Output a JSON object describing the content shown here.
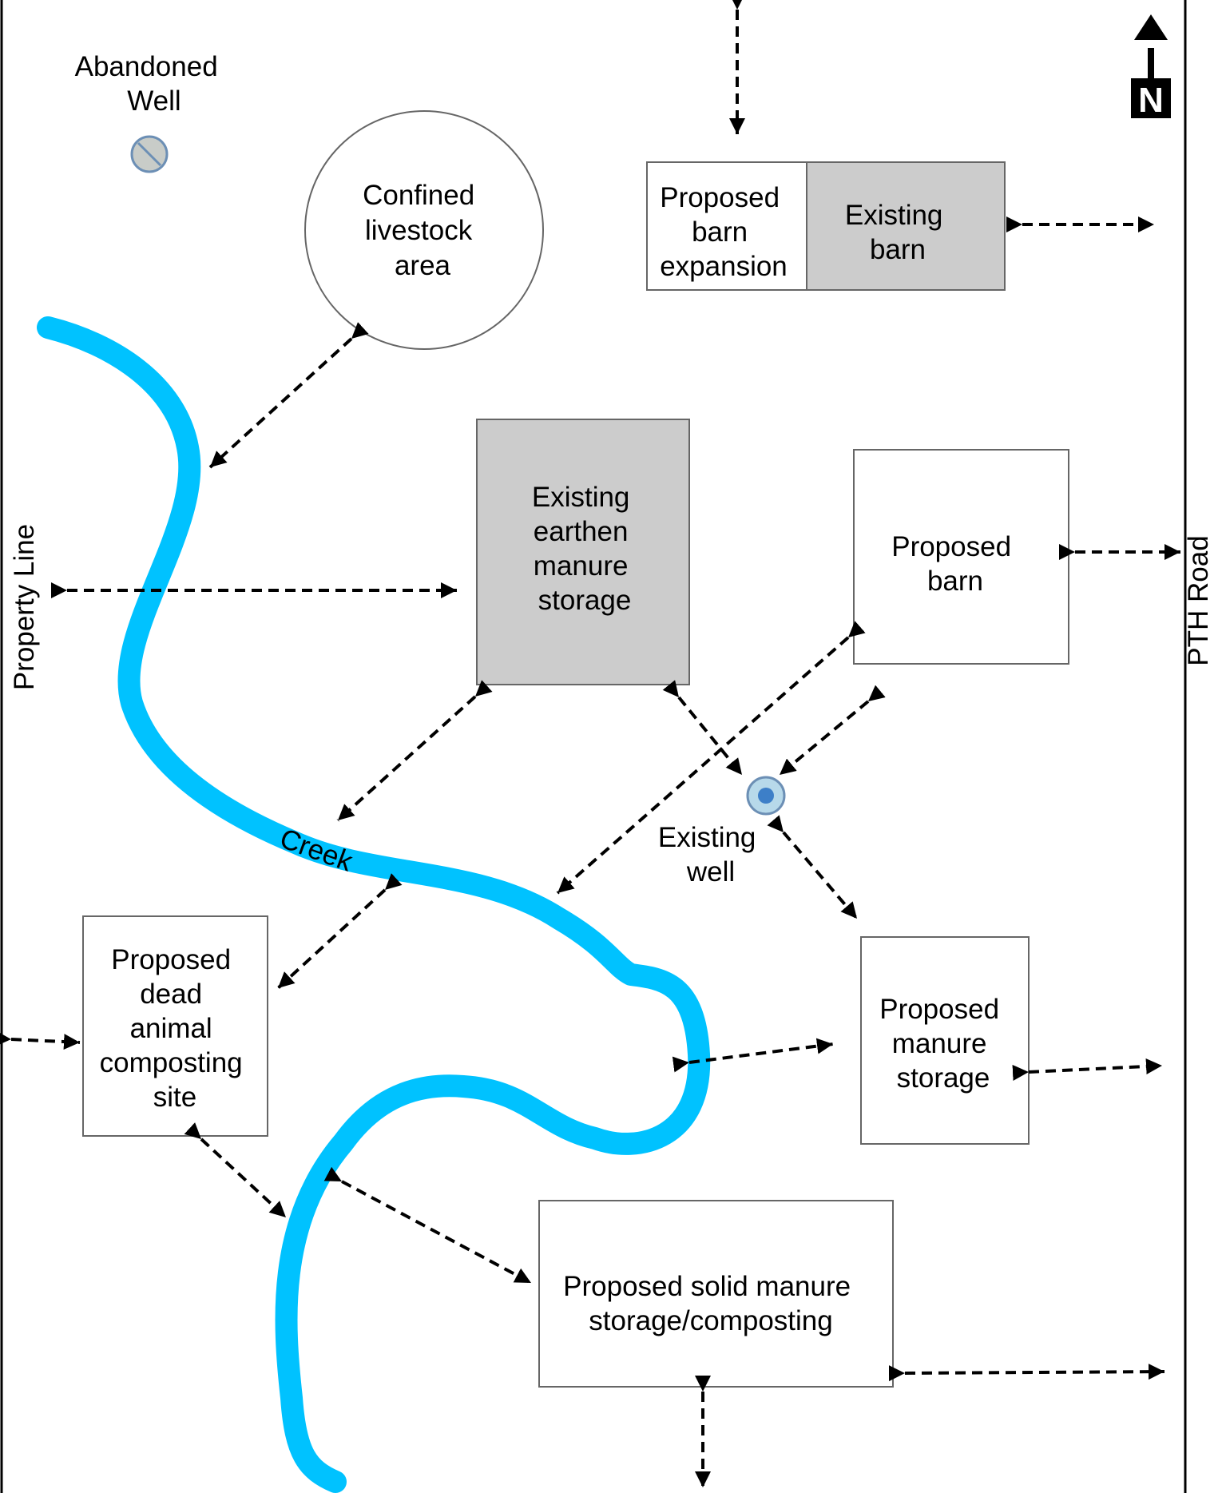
{
  "labels": {
    "abandoned_well": [
      "Abandoned",
      "Well"
    ],
    "confined_livestock": [
      "Confined",
      "livestock",
      "area"
    ],
    "proposed_barn_expansion": [
      "Proposed",
      "barn",
      "expansion"
    ],
    "existing_barn": [
      "Existing",
      "barn"
    ],
    "existing_earthen_storage": [
      "Existing",
      "earthen",
      "manure",
      "storage"
    ],
    "proposed_barn": [
      "Proposed",
      "barn"
    ],
    "existing_well": [
      "Existing",
      "well"
    ],
    "proposed_dead_animal": [
      "Proposed",
      "dead",
      "animal",
      "composting",
      "site"
    ],
    "proposed_manure_storage": [
      "Proposed",
      "manure",
      "storage"
    ],
    "proposed_solid_manure": [
      "Proposed solid manure",
      "storage/composting"
    ],
    "creek": "Creek",
    "property_line": "Property Line",
    "pth_road": "PTH Road",
    "north": "N"
  },
  "colors": {
    "creek": "#00c2ff",
    "existing_fill": "#cccccc",
    "proposed_fill": "#ffffff",
    "well_fill": "#b7d9ea",
    "well_dot": "#3d7fc8",
    "abandoned_fill": "#c8ccc8",
    "abandoned_ring": "#6c8fb5",
    "outline": "#666666"
  },
  "icons": {
    "north_arrow": "north-arrow-icon",
    "existing_well": "well-icon",
    "abandoned_well": "abandoned-well-icon"
  }
}
